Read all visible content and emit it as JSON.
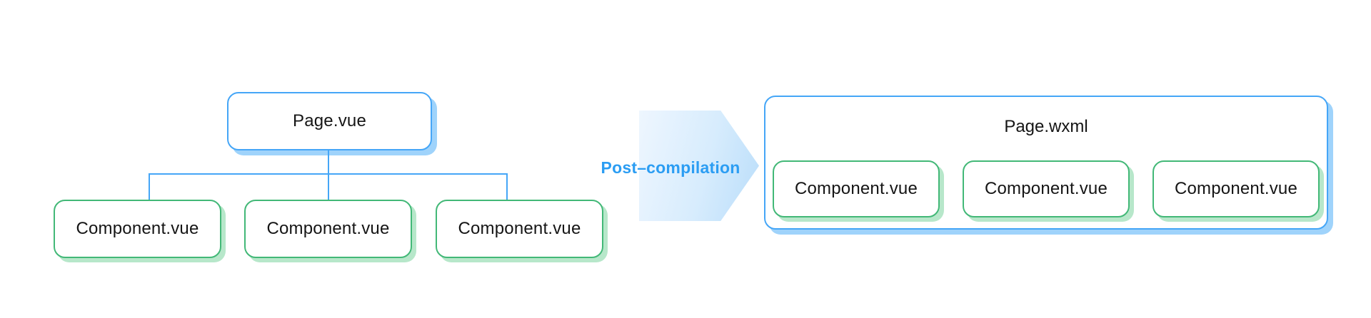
{
  "diagram": {
    "left_tree": {
      "root": {
        "label": "Page.vue"
      },
      "children": [
        {
          "label": "Component.vue"
        },
        {
          "label": "Component.vue"
        },
        {
          "label": "Component.vue"
        }
      ]
    },
    "arrow": {
      "label": "Post–compilation"
    },
    "right_group": {
      "title": "Page.wxml",
      "children": [
        {
          "label": "Component.vue"
        },
        {
          "label": "Component.vue"
        },
        {
          "label": "Component.vue"
        }
      ]
    },
    "colors": {
      "blue_border": "#45a6f7",
      "blue_shadow": "#9fd3fb",
      "green_border": "#42b877",
      "green_shadow": "#b7e7ca",
      "label_blue": "#2b9df3",
      "arrow_fill_light": "#eef6fe",
      "arrow_fill_dark": "#b9ddfa",
      "text": "#151515",
      "background": "#ffffff"
    }
  }
}
